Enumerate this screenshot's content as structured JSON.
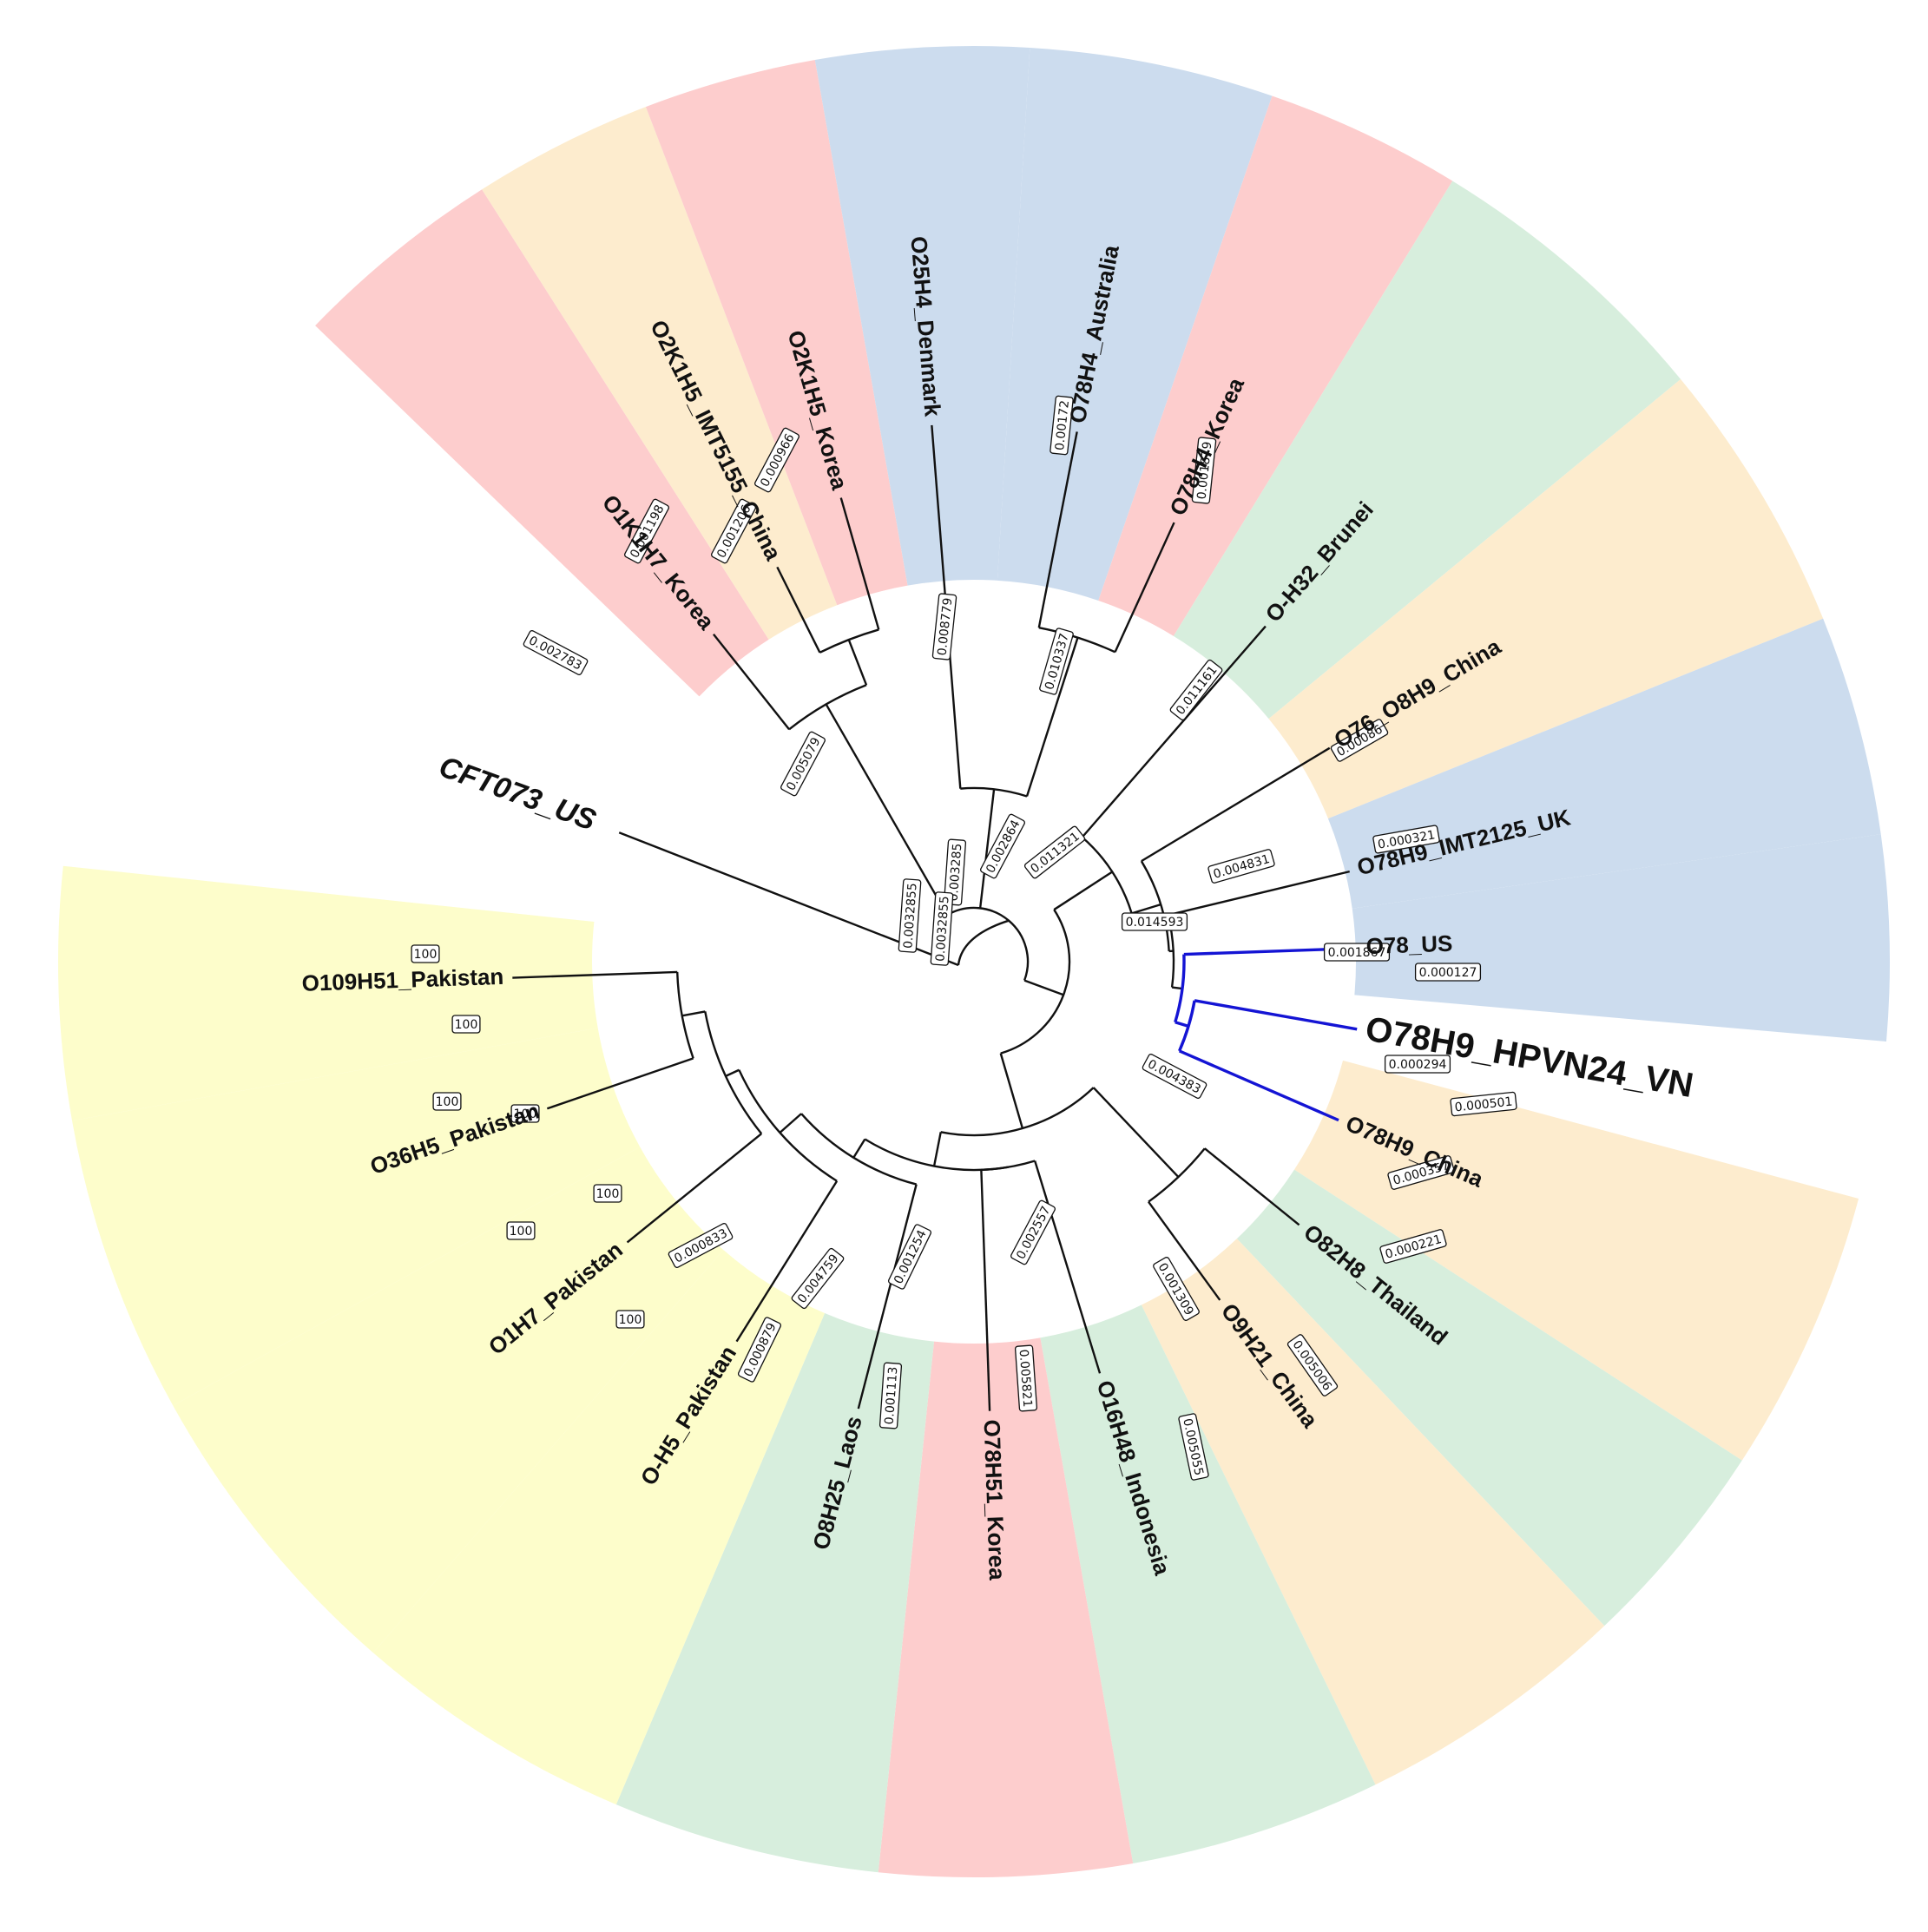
{
  "colors": {
    "red": "#fdcdcd",
    "blue": "#ccdcee",
    "green": "#d7eedd",
    "orange": "#fdecce",
    "yellow": "#fdfdcb",
    "root_label": "#0d4a7c",
    "highlight_label": "#ee1111",
    "highlight_branch": "#1414d4"
  },
  "leaves": [
    {
      "id": "o1k1h7-korea",
      "label": "O1K1H7_Korea"
    },
    {
      "id": "o2k1h5-imt5155-china",
      "label": "O2K1H5_IMT5155_China"
    },
    {
      "id": "o2k1h5-korea",
      "label": "O2K1H5_Korea"
    },
    {
      "id": "o25h4-denmark",
      "label": "O25H4_Denmark"
    },
    {
      "id": "o78h4-australia",
      "label": "O78H4_Australia"
    },
    {
      "id": "o78h4-korea",
      "label": "O78H4_Korea"
    },
    {
      "id": "o-h32-brunei",
      "label": "O-H32_Brunei"
    },
    {
      "id": "o76-o8h9-china",
      "label": "O76_O8H9_China"
    },
    {
      "id": "o78h9-imt2125-uk",
      "label": "O78H9_IMT2125_UK"
    },
    {
      "id": "o78-us",
      "label": "O78_US"
    },
    {
      "id": "o78h9-hpvn24-vn",
      "label": "O78H9_HPVN24_VN"
    },
    {
      "id": "o78h9-china",
      "label": "O78H9_China"
    },
    {
      "id": "o82h8-thailand",
      "label": "O82H8_Thailand"
    },
    {
      "id": "o9h21-china",
      "label": "O9H21_China"
    },
    {
      "id": "o16h48-indonesia",
      "label": "O16H48_Indonesia"
    },
    {
      "id": "o78h51-korea",
      "label": "O78H51_Korea"
    },
    {
      "id": "o8h25-laos",
      "label": "O8H25_Laos"
    },
    {
      "id": "o-h5-pakistan",
      "label": "O-H5_Pakistan"
    },
    {
      "id": "o1h7-pakistan",
      "label": "O1H7_Pakistan"
    },
    {
      "id": "o36h5-pakistan",
      "label": "O36H5_Pakistan"
    },
    {
      "id": "o109h51-pakistan",
      "label": "O109H51_Pakistan"
    },
    {
      "id": "cft073-us",
      "label": "CFT073_US"
    }
  ],
  "clade_colors": {
    "o1k1h7-korea": "red",
    "o2k1h5-imt5155-china": "orange",
    "o2k1h5-korea": "red",
    "o25h4-denmark": "blue",
    "o78h4-australia": "blue",
    "o78h4-korea": "red",
    "o-h32-brunei": "green",
    "o76-o8h9-china": "orange",
    "o78h9-imt2125-uk": "blue",
    "o78-us": "blue",
    "o78h9-china": "orange",
    "o82h8-thailand": "green",
    "o9h21-china": "orange",
    "o16h48-indonesia": "green",
    "o78h51-korea": "red",
    "o8h25-laos": "green",
    "o-h5-pakistan": "yellow",
    "o1h7-pakistan": "yellow",
    "o36h5-pakistan": "yellow",
    "o109h51-pakistan": "yellow"
  },
  "branch_labels": [
    "0.002783",
    "0.001198",
    "0.001206",
    "0.000966",
    "0.005079",
    "0.008779",
    "0.00172",
    "0.001879",
    "0.010337",
    "0.011161",
    "0.00086",
    "0.000321",
    "0.001867",
    "0.000127",
    "0.000294",
    "0.000501",
    "0.000357",
    "0.000221",
    "0.004831",
    "0.014593",
    "0.011321",
    "0.002864",
    "0.003285",
    "0.0032855",
    "0.0032855",
    "0.004383",
    "0.002557",
    "0.001309",
    "0.005006",
    "0.005055",
    "0.001254",
    "0.005821",
    "0.004759",
    "0.001113",
    "0.000833",
    "0.000879",
    "100",
    "100",
    "100",
    "100",
    "100",
    "100",
    "100"
  ]
}
